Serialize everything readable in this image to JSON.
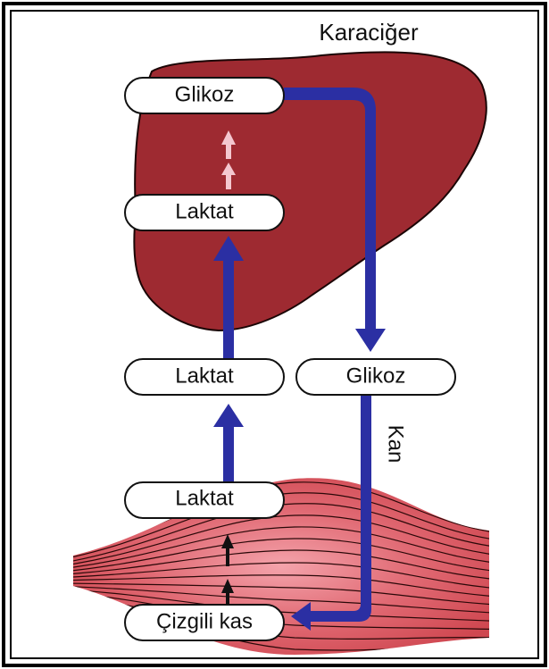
{
  "labels": {
    "organ_liver": "Karaciğer",
    "blood": "Kan",
    "liver_glucose": "Glikoz",
    "liver_lactate": "Laktat",
    "blood_lactate": "Laktat",
    "blood_glucose": "Glikoz",
    "muscle_lactate": "Laktat",
    "muscle": "Çizgili kas"
  },
  "colors": {
    "liver": "#9e2a31",
    "muscle": "#d9535c",
    "muscle_lines": "#2a0808",
    "flow_arrow": "#2b2fa3",
    "liver_internal_arrow": "#f4c7cf",
    "muscle_internal_arrow": "#111111",
    "pill_fill": "#ffffff",
    "pill_stroke": "#111111",
    "frame": "#000000"
  },
  "icons": {
    "flow": "thick-blue-arrow",
    "liver_conversion": "dashed-pink-arrow",
    "muscle_conversion": "dashed-black-arrow"
  }
}
